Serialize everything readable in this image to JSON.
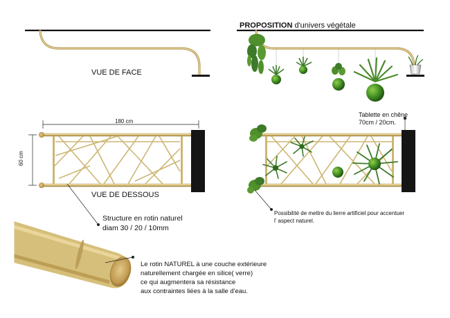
{
  "views": {
    "front_title": "VUE DE FACE",
    "bottom_title": "VUE DE DESSOUS"
  },
  "proposal": {
    "title_bold": "PROPOSITION",
    "title_rest": " d'univers végétale"
  },
  "dimensions": {
    "width": "180 cm",
    "height": "60 cm"
  },
  "annotations": {
    "structure_line1": "Structure en rotin naturel",
    "structure_line2": "diam 30 / 20 / 10mm",
    "shelf_line1": "Tablette en chêne",
    "shelf_line2": "70cm / 20cm.",
    "ivy_line1": "Possibilité de mettre du lierre artificiel pour accentuer",
    "ivy_line2": "l' aspect naturel.",
    "rattan_line1": "Le rotin NATUREL à une couche extérieure",
    "rattan_line2": "naturellement chargée en silice( verre)",
    "rattan_line3": "ce qui augmentera sa résistance",
    "rattan_line4": "aux contraintes liées à la salle d'eau."
  },
  "colors": {
    "rattan": "#c9b97a",
    "rattan_dark": "#9e8f55",
    "shelf": "#151515",
    "leaf": "#3d7a2a",
    "leaf_light": "#7fb24a"
  }
}
